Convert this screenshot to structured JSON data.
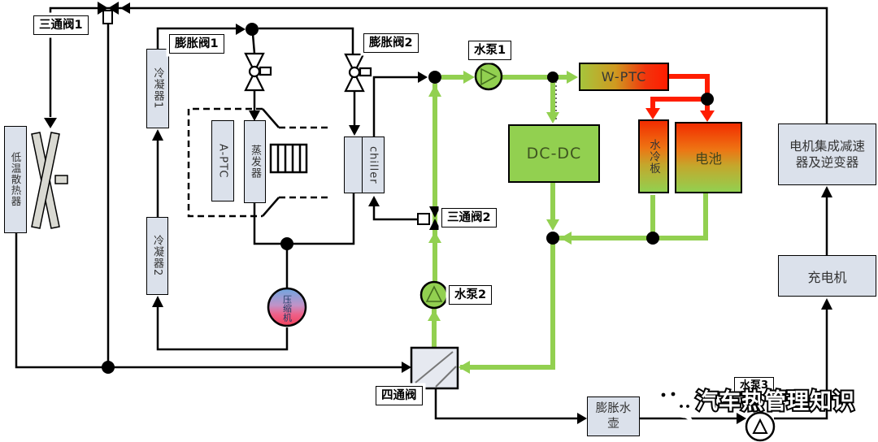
{
  "components": {
    "radiator": "低温散热器",
    "condenser1": "冷凝器1",
    "condenser2": "冷凝器2",
    "a_ptc": "A-PTC",
    "evaporator": "蒸发器",
    "chiller": "chiller",
    "compressor": "压缩机",
    "w_ptc": "W-PTC",
    "dc_dc": "DC-DC",
    "cold_plate": "水冷板",
    "battery": "电池",
    "motor_unit": "电机集成减速器及逆变器",
    "charger": "充电机",
    "expansion_tank": "膨胀水壶"
  },
  "labels": {
    "three_way_valve_1": "三通阀1",
    "expansion_valve_1": "膨胀阀1",
    "expansion_valve_2": "膨胀阀2",
    "water_pump_1": "水泵1",
    "three_way_valve_2": "三通阀2",
    "water_pump_2": "水泵2",
    "four_way_valve": "四通阀",
    "water_pump_3": "水泵3"
  },
  "watermark": {
    "text": "汽车热管理知识",
    "icon": "wechat-icon"
  },
  "colors": {
    "coolant_green": "#92d050",
    "heat_red": "#ff1d00",
    "pipe_black": "#000000",
    "component_gray": "#dbe1eb"
  }
}
